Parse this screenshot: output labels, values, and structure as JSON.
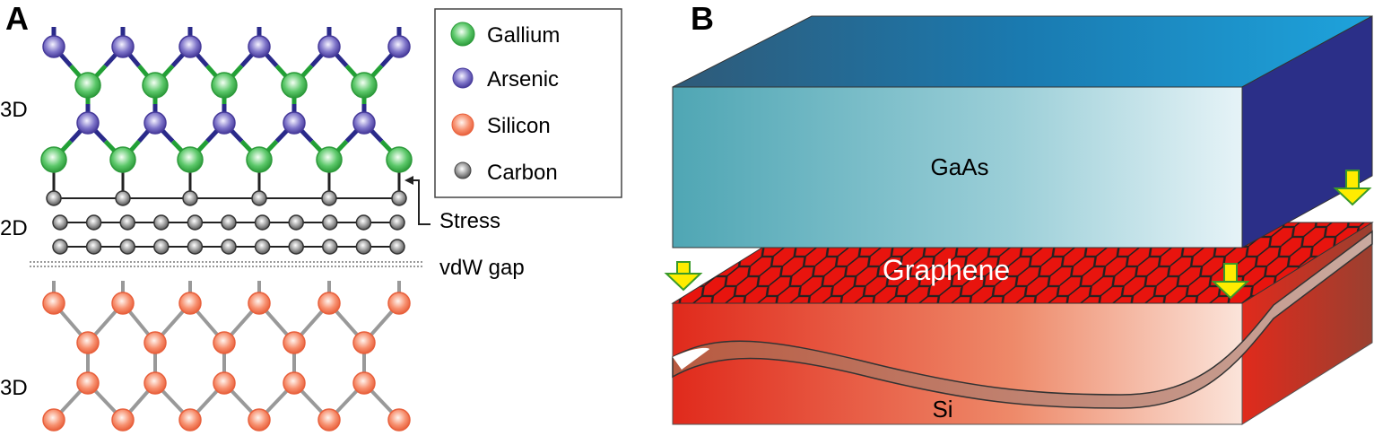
{
  "panel_a": {
    "label": "A",
    "layer_labels": {
      "top": "3D",
      "middle": "2D",
      "bottom": "3D"
    },
    "legend": [
      {
        "label": "Gallium",
        "color": "#3db54a"
      },
      {
        "label": "Arsenic",
        "color": "#5b4fb0"
      },
      {
        "label": "Silicon",
        "color": "#f47a5a"
      },
      {
        "label": "Carbon",
        "color": "#8a8a8a"
      }
    ],
    "stress_label": "Stress",
    "gap_label": "vdW gap"
  },
  "panel_b": {
    "label": "B",
    "gaas_label": "GaAs",
    "graphene_label": "Graphene",
    "si_label": "Si"
  }
}
